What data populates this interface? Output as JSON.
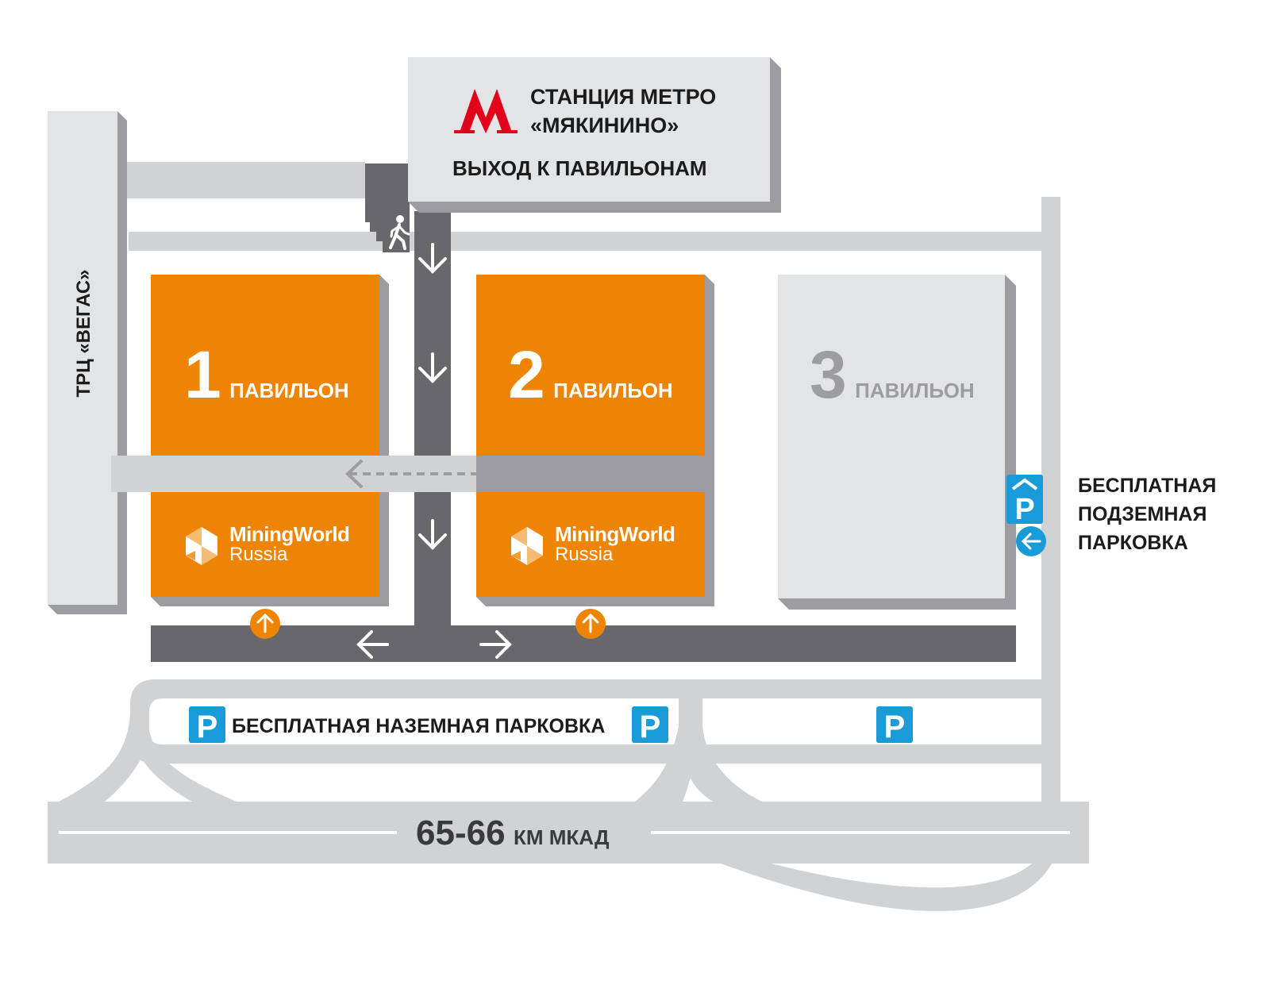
{
  "metro": {
    "station_line1": "СТАНЦИЯ МЕТРО",
    "station_line2": "«МЯКИНИНО»",
    "exit_label": "ВЫХОД К ПАВИЛЬОНАМ",
    "logo_color": "#e3001b"
  },
  "mall_label": "ТРЦ «ВЕГАС»",
  "pavilions": [
    {
      "number": "1",
      "word": "ПАВИЛЬОН",
      "status": "active"
    },
    {
      "number": "2",
      "word": "ПАВИЛЬОН",
      "status": "active"
    },
    {
      "number": "3",
      "word": "ПАВИЛЬОН",
      "status": "inactive"
    }
  ],
  "event_logo": {
    "line1": "MiningWorld",
    "line2": "Russia"
  },
  "underground_parking": {
    "line1": "БЕСПЛАТНАЯ",
    "line2": "ПОДЗЕМНАЯ",
    "line3": "ПАРКОВКА"
  },
  "ground_parking": {
    "label": "БЕСПЛАТНАЯ НАЗЕМНАЯ ПАРКОВКА",
    "parking_letter": "P"
  },
  "highway": {
    "km": "65-66",
    "name": "КМ МКАД"
  },
  "colors": {
    "orange": "#ee8401",
    "dark_road": "#68676c",
    "light_road": "#d1d2d4",
    "building_gray": "#e3e4e6",
    "shadow_gray": "#9d9da1",
    "parking_blue": "#199bd8",
    "metro_red": "#e3001b"
  },
  "icons": [
    "metro-logo-icon",
    "pedestrian-icon",
    "parking-icon",
    "underground-parking-icon",
    "arrow-icon",
    "miningworld-logo-icon"
  ]
}
